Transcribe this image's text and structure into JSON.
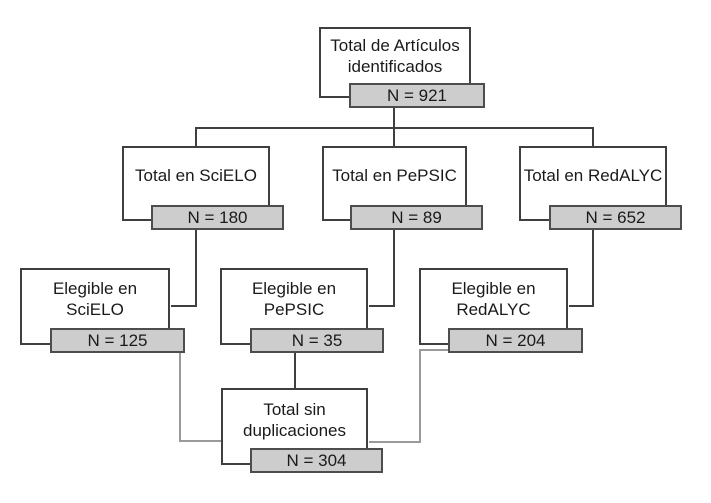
{
  "diagram": {
    "nodes": [
      {
        "id": "total-identificados",
        "label": "Total de Artículos identificados",
        "count": "N = 921"
      },
      {
        "id": "total-scielo",
        "label": "Total en SciELO",
        "count": "N = 180"
      },
      {
        "id": "total-pepsic",
        "label": "Total en PePSIC",
        "count": "N = 89"
      },
      {
        "id": "total-redalyc",
        "label": "Total en RedALYC",
        "count": "N = 652"
      },
      {
        "id": "elegible-scielo",
        "label": "Elegible en SciELO",
        "count": "N = 125"
      },
      {
        "id": "elegible-pepsic",
        "label": "Elegible en PePSIC",
        "count": "N = 35"
      },
      {
        "id": "elegible-redalyc",
        "label": "Elegible en RedALYC",
        "count": "N = 204"
      },
      {
        "id": "total-sin-duplicaciones",
        "label": "Total sin duplicaciones",
        "count": "N = 304"
      }
    ],
    "colors": {
      "box_background": "#ffffff",
      "box_border": "#3f3f3f",
      "count_background": "#cdcdcd",
      "count_border": "#4d4d4d",
      "connector_dark": "#3f3f3f",
      "connector_light": "#9a9a9a",
      "text": "#1a1a1a"
    }
  }
}
